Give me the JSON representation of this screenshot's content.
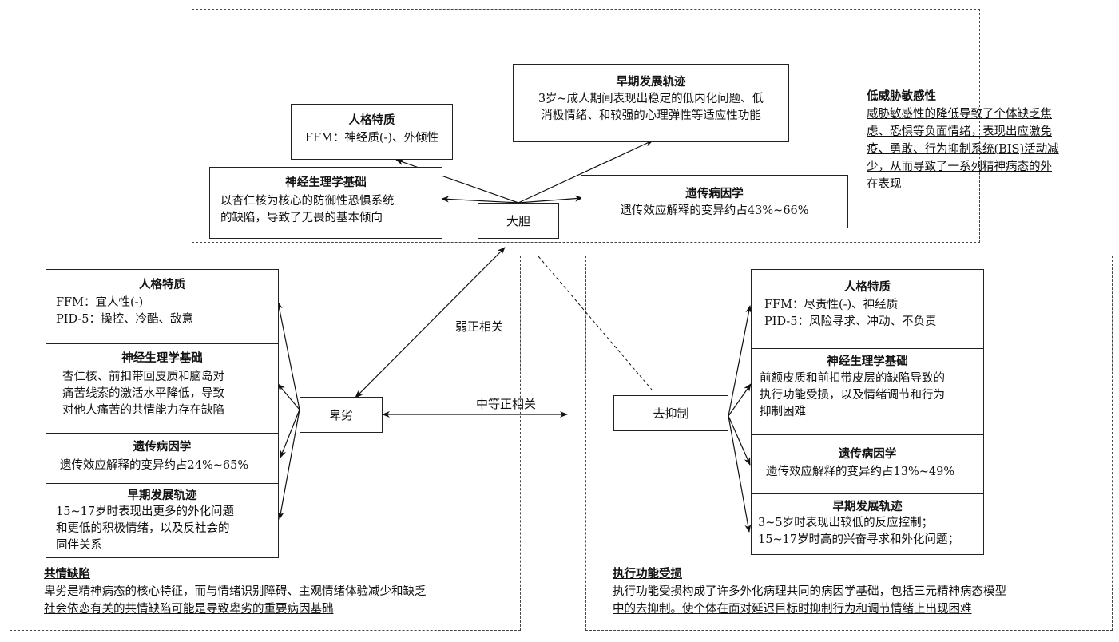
{
  "top_group": {
    "center_node": "大胆",
    "personality": {
      "title": "人格特质",
      "lines": [
        "FFM：神经质(-)、外倾性"
      ]
    },
    "development": {
      "title": "早期发展轨迹",
      "lines": [
        "3岁~成人期间表现出稳定的低内化问题、低",
        "消极情绪、和较强的心理弹性等适应性功能"
      ]
    },
    "neuro": {
      "title": "神经生理学基础",
      "lines": [
        "以杏仁核为核心的防御性恐惧系统",
        "的缺陷，导致了无畏的基本倾向"
      ]
    },
    "genetics": {
      "title": "遗传病因学",
      "lines": [
        "遗传效应解释的变异约占43%~66%"
      ]
    },
    "note": {
      "title": "低威胁敏感性",
      "lines": [
        "威胁敏感性的降低导致了个体缺乏焦",
        "虑、恐惧等负面情绪，表现出应激免",
        "疫、勇敢、行为抑制系统(BIS)活动减",
        "少，从而导致了一系列精神病态的外",
        "在表现"
      ]
    }
  },
  "left_group": {
    "center_node": "卑劣",
    "personality": {
      "title": "人格特质",
      "lines": [
        "FFM：宜人性(-)",
        "PID-5：操控、冷酷、敌意"
      ]
    },
    "neuro": {
      "title": "神经生理学基础",
      "lines": [
        "杏仁核、前扣带回皮质和脑岛对",
        "痛苦线索的激活水平降低，导致",
        "对他人痛苦的共情能力存在缺陷"
      ]
    },
    "genetics": {
      "title": "遗传病因学",
      "lines": [
        "遗传效应解释的变异约占24%~65%"
      ]
    },
    "development": {
      "title": "早期发展轨迹",
      "lines": [
        "15~17岁时表现出更多的外化问题",
        "和更低的积极情绪，以及反社会的",
        "同伴关系"
      ]
    },
    "note": {
      "title": "共情缺陷",
      "lines": [
        "卑劣是精神病态的核心特征，而与情绪识别障碍、主观情绪体验减少和缺乏",
        "社会依恋有关的共情缺陷可能是导致卑劣的重要病因基础"
      ]
    }
  },
  "right_group": {
    "center_node": "去抑制",
    "personality": {
      "title": "人格特质",
      "lines": [
        "FFM：尽责性(-)、神经质",
        "PID-5：风险寻求、冲动、不负责"
      ]
    },
    "neuro": {
      "title": "神经生理学基础",
      "lines": [
        "前额皮质和前扣带皮层的缺陷导致的",
        "执行功能受损，以及情绪调节和行为",
        "抑制困难"
      ]
    },
    "genetics": {
      "title": "遗传病因学",
      "lines": [
        "遗传效应解释的变异约占13%~49%"
      ]
    },
    "development": {
      "title": "早期发展轨迹",
      "lines": [
        "3~5岁时表现出较低的反应控制；",
        "15~17岁时高的兴奋寻求和外化问题；"
      ]
    },
    "note": {
      "title": "执行功能受损",
      "lines": [
        "执行功能受损构成了许多外化病理共同的病因学基础，包括三元精神病态模型",
        "中的去抑制。使个体在面对延迟目标时抑制行为和调节情绪上出现困难"
      ]
    }
  },
  "relations": {
    "boldness_meanness": "弱正相关",
    "meanness_disinhibition": "中等正相关"
  }
}
